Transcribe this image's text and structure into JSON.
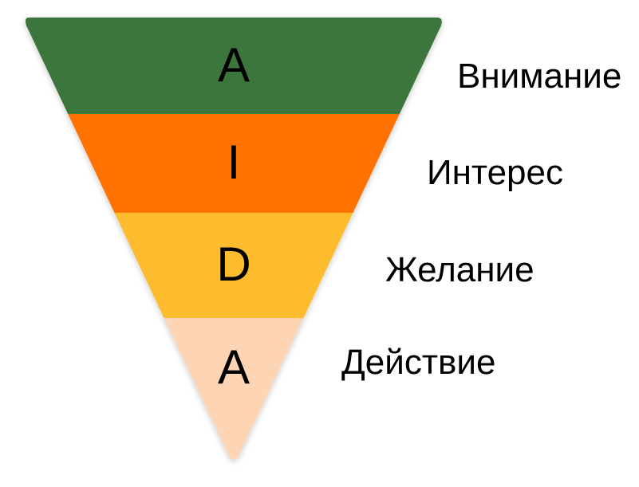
{
  "funnel": {
    "stages": [
      {
        "letter": "A",
        "label": "Внимание",
        "color": "#3c763c"
      },
      {
        "letter": "I",
        "label": "Интерес",
        "color": "#ff7200"
      },
      {
        "letter": "D",
        "label": "Желание",
        "color": "#fcbc2e"
      },
      {
        "letter": "A",
        "label": "Действие",
        "color": "#fed5b4"
      }
    ]
  }
}
